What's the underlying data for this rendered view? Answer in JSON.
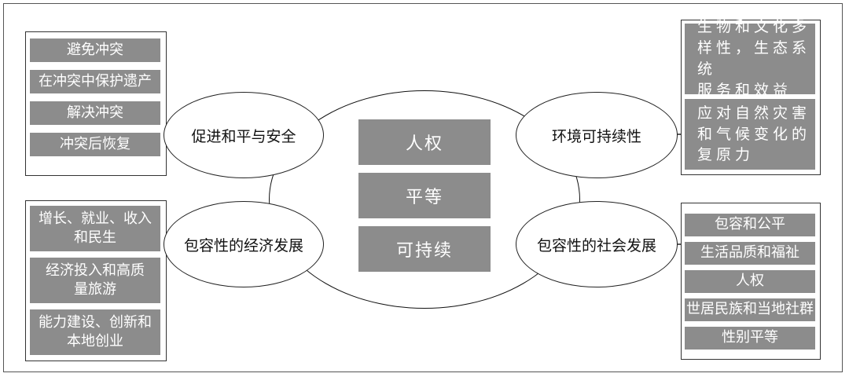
{
  "center": {
    "items": [
      "人权",
      "平等",
      "可持续"
    ]
  },
  "nodes": {
    "top_left": {
      "label": "促进和平与安全",
      "items": [
        "避免冲突",
        "在冲突中保护遗产",
        "解决冲突",
        "冲突后恢复"
      ]
    },
    "bottom_left": {
      "label": "包容性的经济发展",
      "items": [
        [
          "增长、就业、收入",
          "和民生"
        ],
        [
          "经济投入和高质",
          "量旅游"
        ],
        [
          "能力建设、创新和",
          "本地创业"
        ]
      ]
    },
    "top_right": {
      "label": "环境可持续性",
      "items": [
        [
          "生物和文化多",
          "样性，生态系统",
          "服务和效益"
        ],
        [
          "应对自然灾害",
          "和气候变化的",
          "复原力"
        ]
      ]
    },
    "bottom_right": {
      "label": "包容性的社会发展",
      "items": [
        "包容和公平",
        "生活品质和福祉",
        "人权",
        "世居民族和当地社群",
        "性别平等"
      ]
    }
  }
}
